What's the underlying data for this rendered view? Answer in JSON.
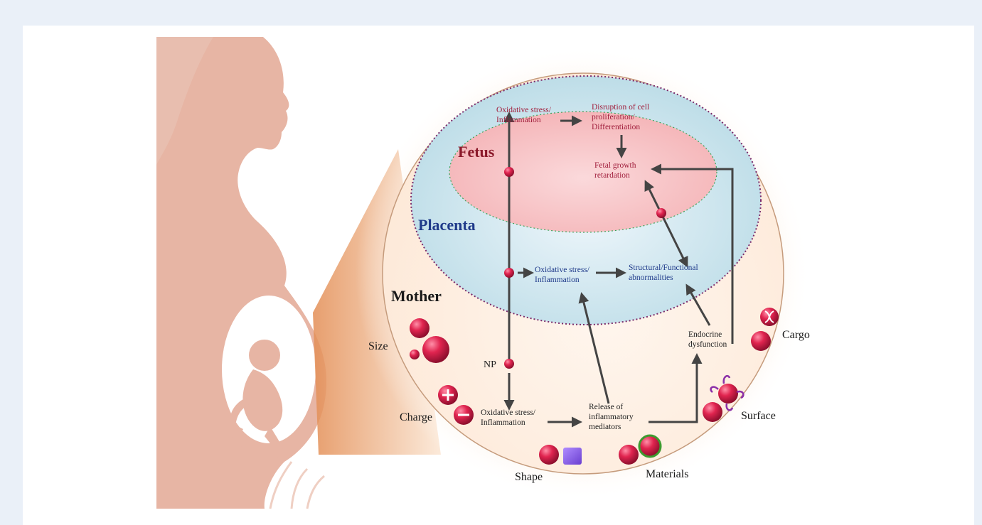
{
  "regions": {
    "fetus": "Fetus",
    "placenta": "Placenta",
    "mother": "Mother"
  },
  "processes": {
    "fetal_stress": "Oxidative stress/\nInflammation",
    "disruption": "Disruption of cell\nproliferation/\nDifferentiation",
    "growth_retardation": "Fetal growth\nretardation",
    "placental_stress": "Oxidative stress/\nInflammation",
    "structural": "Structural/Functional\nabnormalities",
    "endocrine": "Endocrine\ndysfunction",
    "np": "NP",
    "maternal_stress": "Oxidative stress/\nInflammation",
    "mediators": "Release of\ninflammatory\nmediators"
  },
  "properties": {
    "size": "Size",
    "charge": "Charge",
    "shape": "Shape",
    "materials": "Materials",
    "surface": "Surface",
    "cargo": "Cargo"
  },
  "colors": {
    "fetus_text": "#8b1a2b",
    "placenta_text": "#1f3a8a",
    "np_red": "#d81b46",
    "silhouette": "#e7b5a4",
    "arrow": "#444444"
  },
  "icons": [
    "plus-icon",
    "minus-icon",
    "dna-icon",
    "cube-icon",
    "ligand-icon"
  ]
}
